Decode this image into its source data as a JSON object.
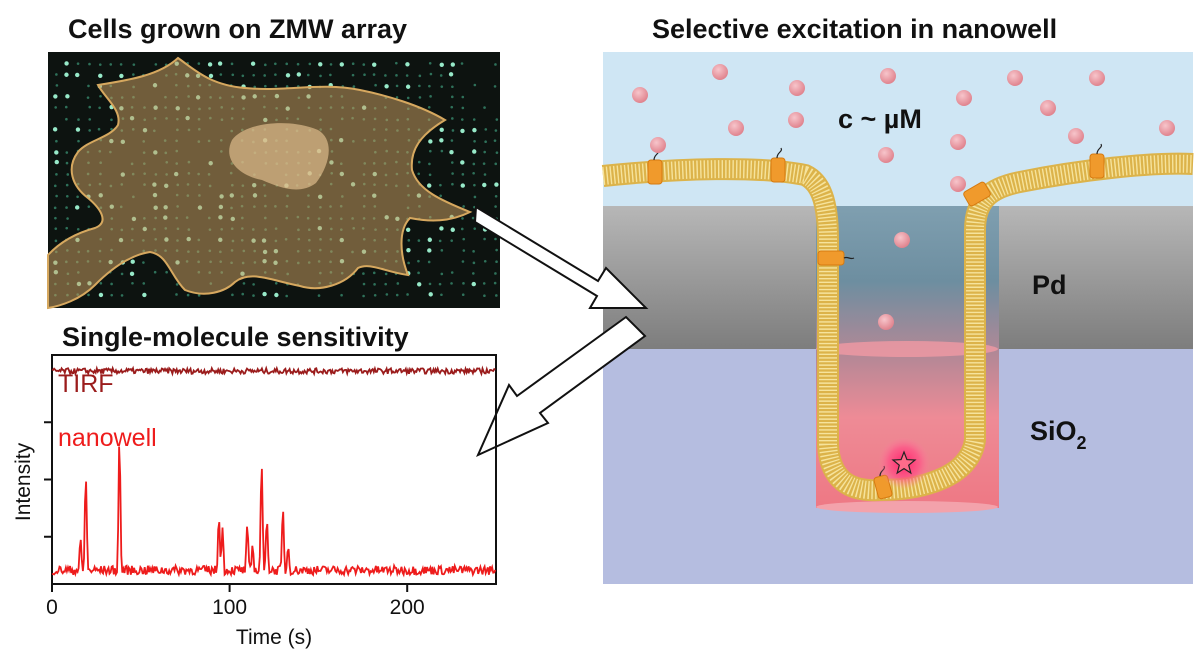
{
  "titles": {
    "cells": "Cells grown on ZMW array",
    "excitation": "Selective excitation in nanowell",
    "single_molecule": "Single-molecule sensitivity"
  },
  "schematic": {
    "concentration_label": "c ~ µM",
    "layer_pd": "Pd",
    "layer_sio2_main": "SiO",
    "layer_sio2_sub": "2",
    "colors": {
      "solution": "#cfe6f4",
      "pd_layer": "#9a9a9a",
      "sio2_layer": "#b5bde0",
      "membrane": "#f2d480",
      "protein": "#f09a2c",
      "particle": "#e68f98",
      "excitation": "#ea6f80"
    },
    "icons": [
      "star-icon",
      "arrow-icon"
    ]
  },
  "chart_data": {
    "type": "line",
    "xlabel": "Time (s)",
    "ylabel": "Intensity",
    "xlim": [
      0,
      250
    ],
    "xticks": [
      0,
      100,
      200
    ],
    "series": [
      {
        "name": "TIRF",
        "color": "#9b1c1c",
        "baseline": 0.93,
        "noise": 0.012,
        "peaks": []
      },
      {
        "name": "nanowell",
        "color": "#ee1c1c",
        "baseline": 0.06,
        "noise": 0.02,
        "peaks": [
          [
            16,
            0.14
          ],
          [
            19,
            0.48
          ],
          [
            38,
            0.65
          ],
          [
            94,
            0.28
          ],
          [
            96,
            0.18
          ],
          [
            110,
            0.21
          ],
          [
            113,
            0.12
          ],
          [
            118,
            0.55
          ],
          [
            121,
            0.27
          ],
          [
            130,
            0.3
          ],
          [
            133,
            0.12
          ]
        ]
      }
    ]
  }
}
